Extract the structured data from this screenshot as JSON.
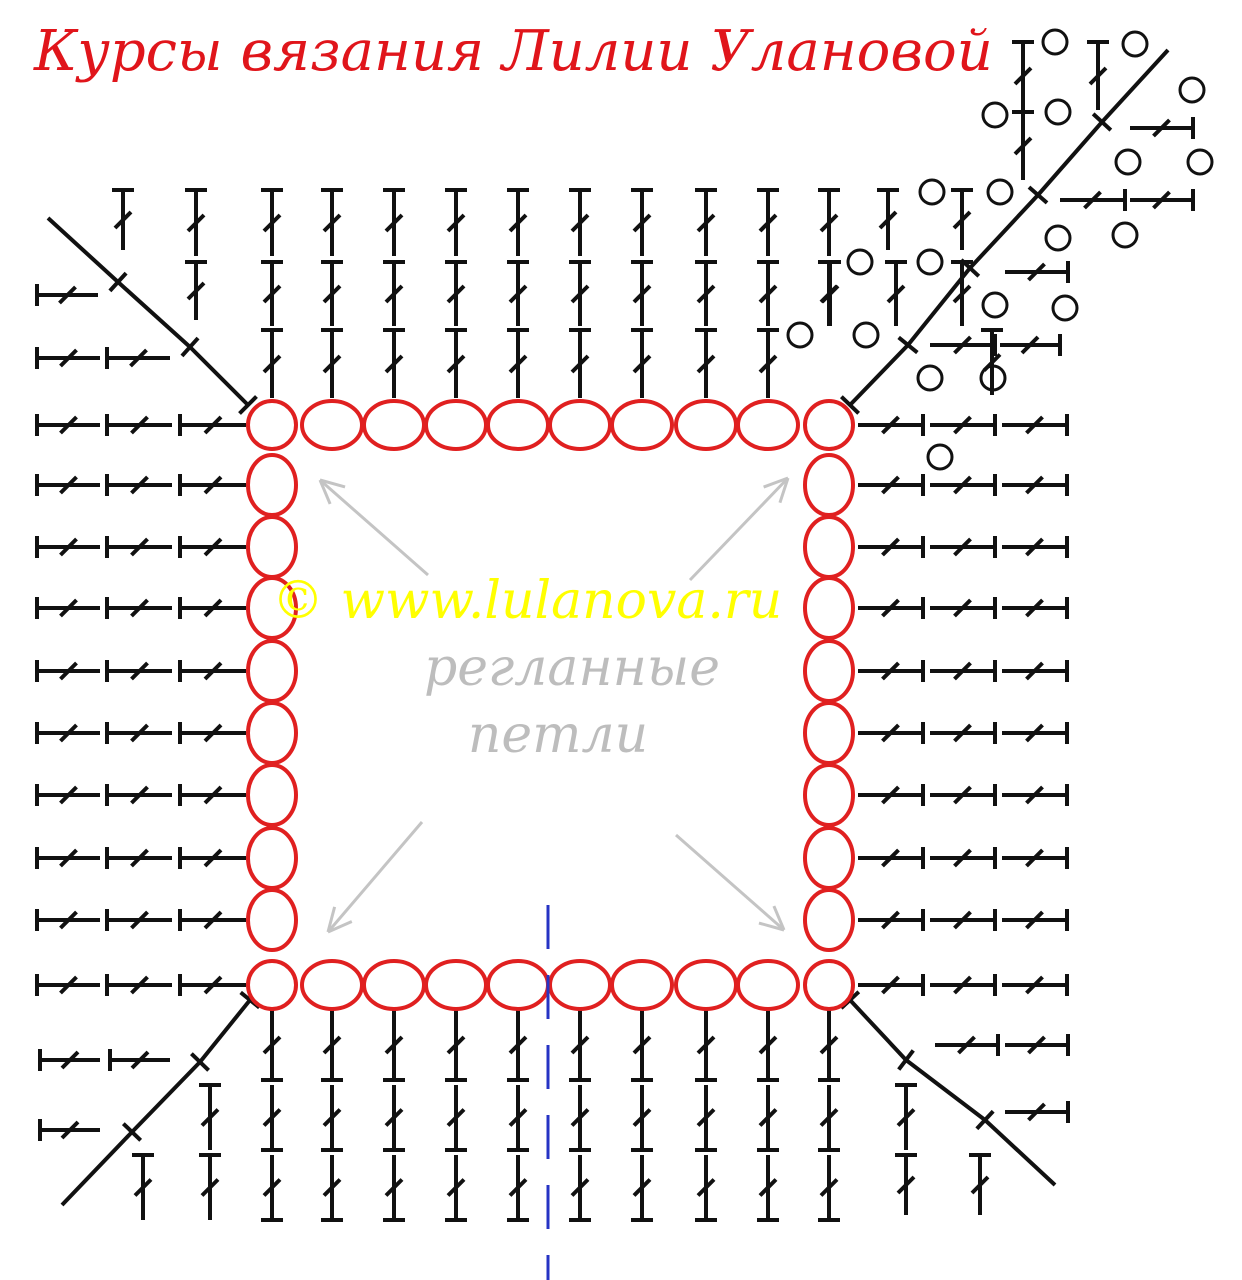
{
  "title": "Курсы вязания Лилии Улановой",
  "watermark": "© www.lulanova.ru",
  "annotation": {
    "line1": "регланные",
    "line2": "петли"
  },
  "colors": {
    "title": "#e0151b",
    "chain": "#e02020",
    "stitch": "#111111",
    "watermark": "#ffff00",
    "annotation": "#bdbdbd",
    "arrow": "#c4c4c4",
    "center_line": "#2633c4"
  },
  "chart": {
    "foundation_chain_count": 36,
    "stitch_symbols": [
      "double-crochet",
      "chain",
      "raglan-corner"
    ],
    "raglan_corners": 4
  }
}
